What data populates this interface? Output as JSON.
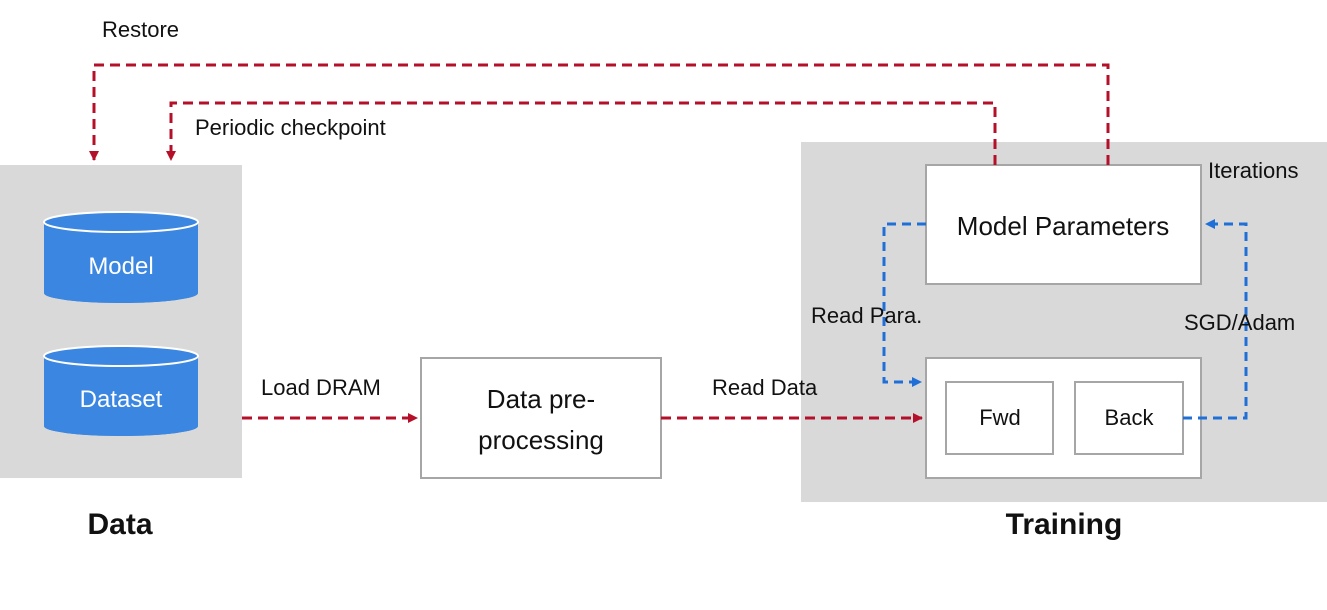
{
  "labels": {
    "restore": "Restore",
    "periodic_checkpoint": "Periodic checkpoint",
    "iterations": "Iterations",
    "read_para": "Read Para.",
    "sgd_adam": "SGD/Adam",
    "load_dram": "Load DRAM",
    "read_data": "Read Data"
  },
  "data_panel": {
    "title": "Data",
    "cylinders": [
      "Model",
      "Dataset"
    ]
  },
  "preprocess_box": {
    "line1": "Data pre-",
    "line2": "processing"
  },
  "training_panel": {
    "title": "Training",
    "params_box": "Model Parameters",
    "fwd": "Fwd",
    "back": "Back"
  },
  "colors": {
    "panel": "#d9d9d9",
    "box_border": "#a6a6a6",
    "cylinder": "#3b86e0",
    "red_arrow": "#b5102a",
    "blue_arrow": "#1f6fd6"
  }
}
